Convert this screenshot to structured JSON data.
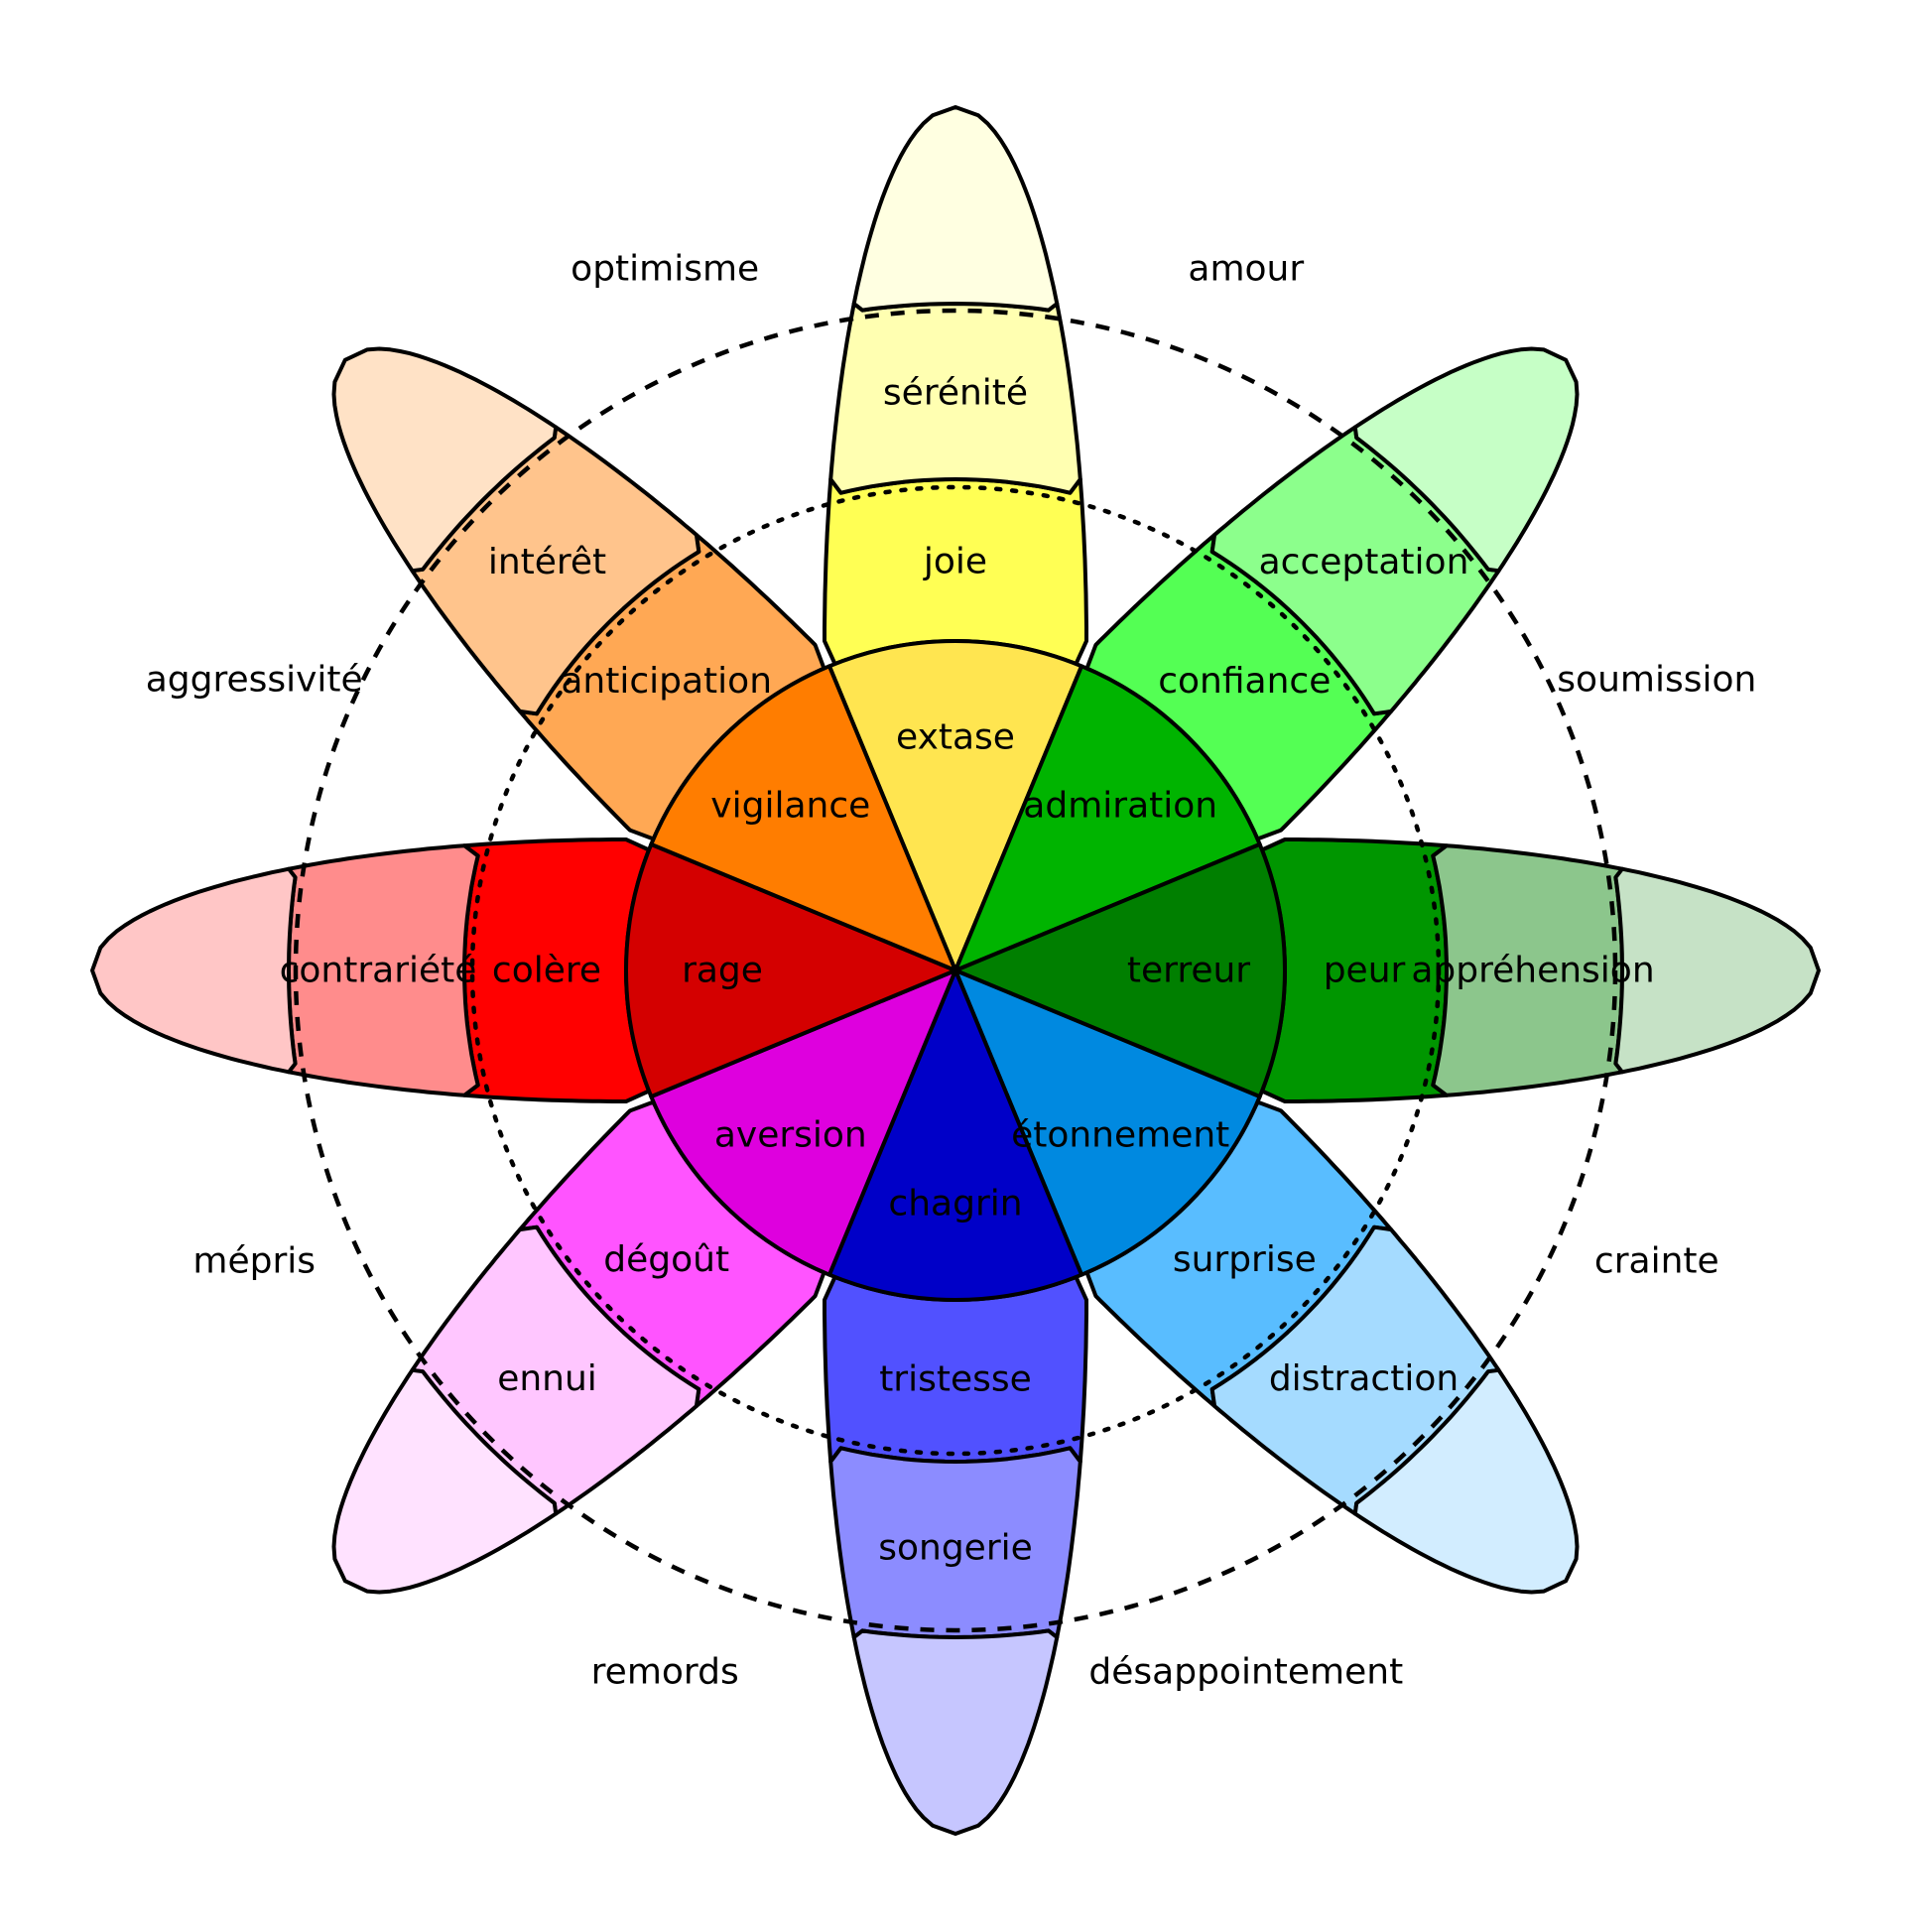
{
  "emotions": [
    {
      "id": "joy",
      "intense": "extase",
      "basic": "joie",
      "mild": "sérénité",
      "colors": [
        "#FFE550",
        "#FFFF54",
        "#FFFFB1",
        "#FFFFE1"
      ]
    },
    {
      "id": "trust",
      "intense": "admiration",
      "basic": "confiance",
      "mild": "acceptation",
      "colors": [
        "#00B400",
        "#54FF54",
        "#8CFF8C",
        "#C6FFC6"
      ]
    },
    {
      "id": "fear",
      "intense": "terreur",
      "basic": "peur",
      "mild": "appréhension",
      "colors": [
        "#007F00",
        "#009600",
        "#8CC68C",
        "#C6E2C6"
      ]
    },
    {
      "id": "surprise",
      "intense": "étonnement",
      "basic": "surprise",
      "mild": "distraction",
      "colors": [
        "#0089E0",
        "#59BDFF",
        "#A5DBFF",
        "#D2EDFF"
      ]
    },
    {
      "id": "sadness",
      "intense": "chagrin",
      "basic": "tristesse",
      "mild": "songerie",
      "colors": [
        "#0000C8",
        "#5151FF",
        "#8C8CFF",
        "#C6C6FF"
      ]
    },
    {
      "id": "disgust",
      "intense": "aversion",
      "basic": "dégoût",
      "mild": "ennui",
      "colors": [
        "#DE00DE",
        "#FF54FF",
        "#FFC6FF",
        "#FFE2FF"
      ]
    },
    {
      "id": "anger",
      "intense": "rage",
      "basic": "colère",
      "mild": "contrariété",
      "colors": [
        "#D40000",
        "#FF0000",
        "#FF8C8C",
        "#FFC6C6"
      ]
    },
    {
      "id": "anticipation",
      "intense": "vigilance",
      "basic": "anticipation",
      "mild": "intérêt",
      "colors": [
        "#FF7D00",
        "#FFA854",
        "#FFC48C",
        "#FFE2C6"
      ]
    }
  ],
  "dyads": [
    "amour",
    "soumission",
    "crainte",
    "désappointement",
    "remords",
    "mépris",
    "aggressivité",
    "optimisme"
  ]
}
